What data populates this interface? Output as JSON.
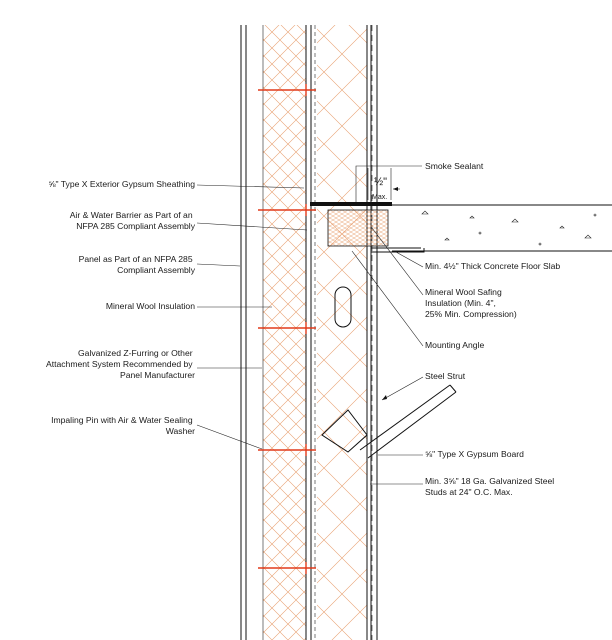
{
  "labels_left": [
    {
      "lines": [
        "⅝\" Type X Exterior Gypsum Sheathing"
      ]
    },
    {
      "lines": [
        "Air & Water Barrier as Part of an",
        "NFPA 285 Compliant Assembly"
      ]
    },
    {
      "lines": [
        "Panel as Part of an NFPA 285",
        "Compliant Assembly"
      ]
    },
    {
      "lines": [
        "Mineral Wool Insulation"
      ]
    },
    {
      "lines": [
        "Galvanized Z-Furring or Other",
        "Attachment System Recommended by",
        "Panel Manufacturer"
      ]
    },
    {
      "lines": [
        "Impaling Pin with Air & Water Sealing",
        "Washer"
      ]
    }
  ],
  "labels_right": [
    {
      "lines": [
        "Smoke Sealant"
      ]
    },
    {
      "lines": [
        "Min. 4½\" Thick Concrete Floor Slab"
      ]
    },
    {
      "lines": [
        "Mineral Wool Safing",
        "Insulation (Min. 4\",",
        "25% Min. Compression)"
      ]
    },
    {
      "lines": [
        "Mounting Angle"
      ]
    },
    {
      "lines": [
        "Steel Strut"
      ]
    },
    {
      "lines": [
        "⅝\" Type X Gypsum Board"
      ]
    },
    {
      "lines": [
        "Min. 3⅝\" 18 Ga. Galvanized Steel",
        "Studs at 24\" O.C. Max."
      ]
    }
  ],
  "dimension": {
    "value": "½\"",
    "note": "Max."
  },
  "colors": {
    "insulation": "#e8a070",
    "pins": "#e23a1a",
    "linework": "#111111"
  }
}
